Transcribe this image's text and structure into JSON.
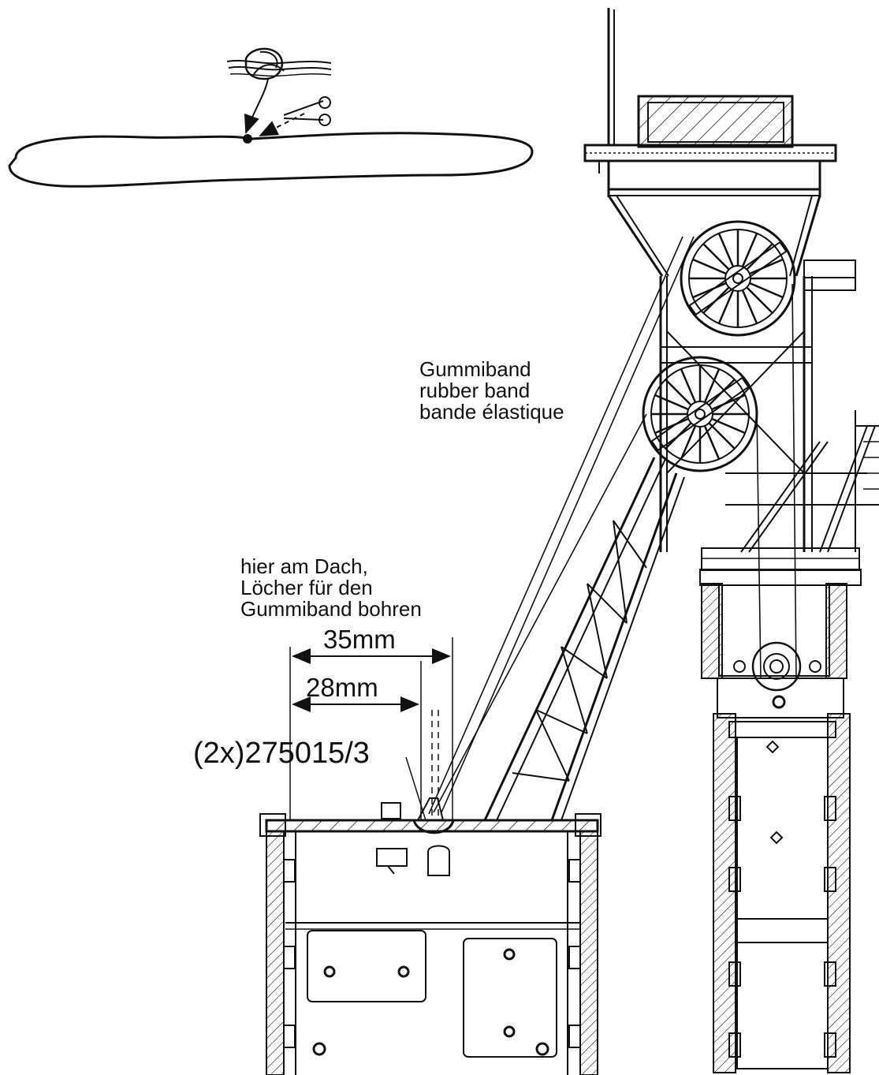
{
  "labels": {
    "rubber_band": [
      "Gummiband",
      "rubber band",
      "bande élastique"
    ],
    "drill_note": [
      "hier am Dach,",
      "Löcher für den",
      "Gummiband bohren"
    ],
    "dim_outer": "35mm",
    "dim_inner": "28mm",
    "part_number": "(2x)275015/3"
  },
  "colors": {
    "ink": "#111111",
    "paper": "#ffffff"
  }
}
